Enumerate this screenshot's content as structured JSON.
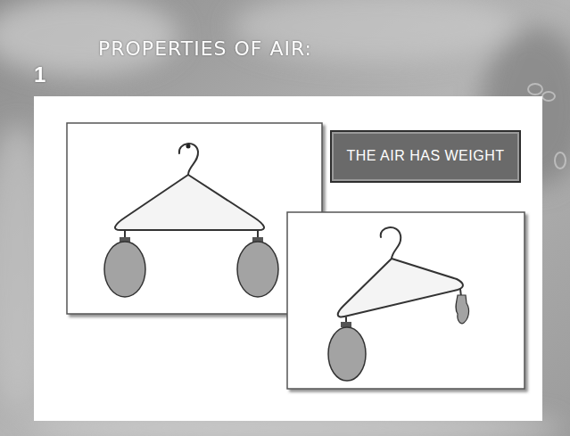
{
  "diagram": {
    "title": "PROPERTIES OF AIR:",
    "nodes": [
      {
        "text": [
          "THE AIR HAS WEIGHT"
        ]
      }
    ],
    "labels": [
      "1"
    ]
  }
}
